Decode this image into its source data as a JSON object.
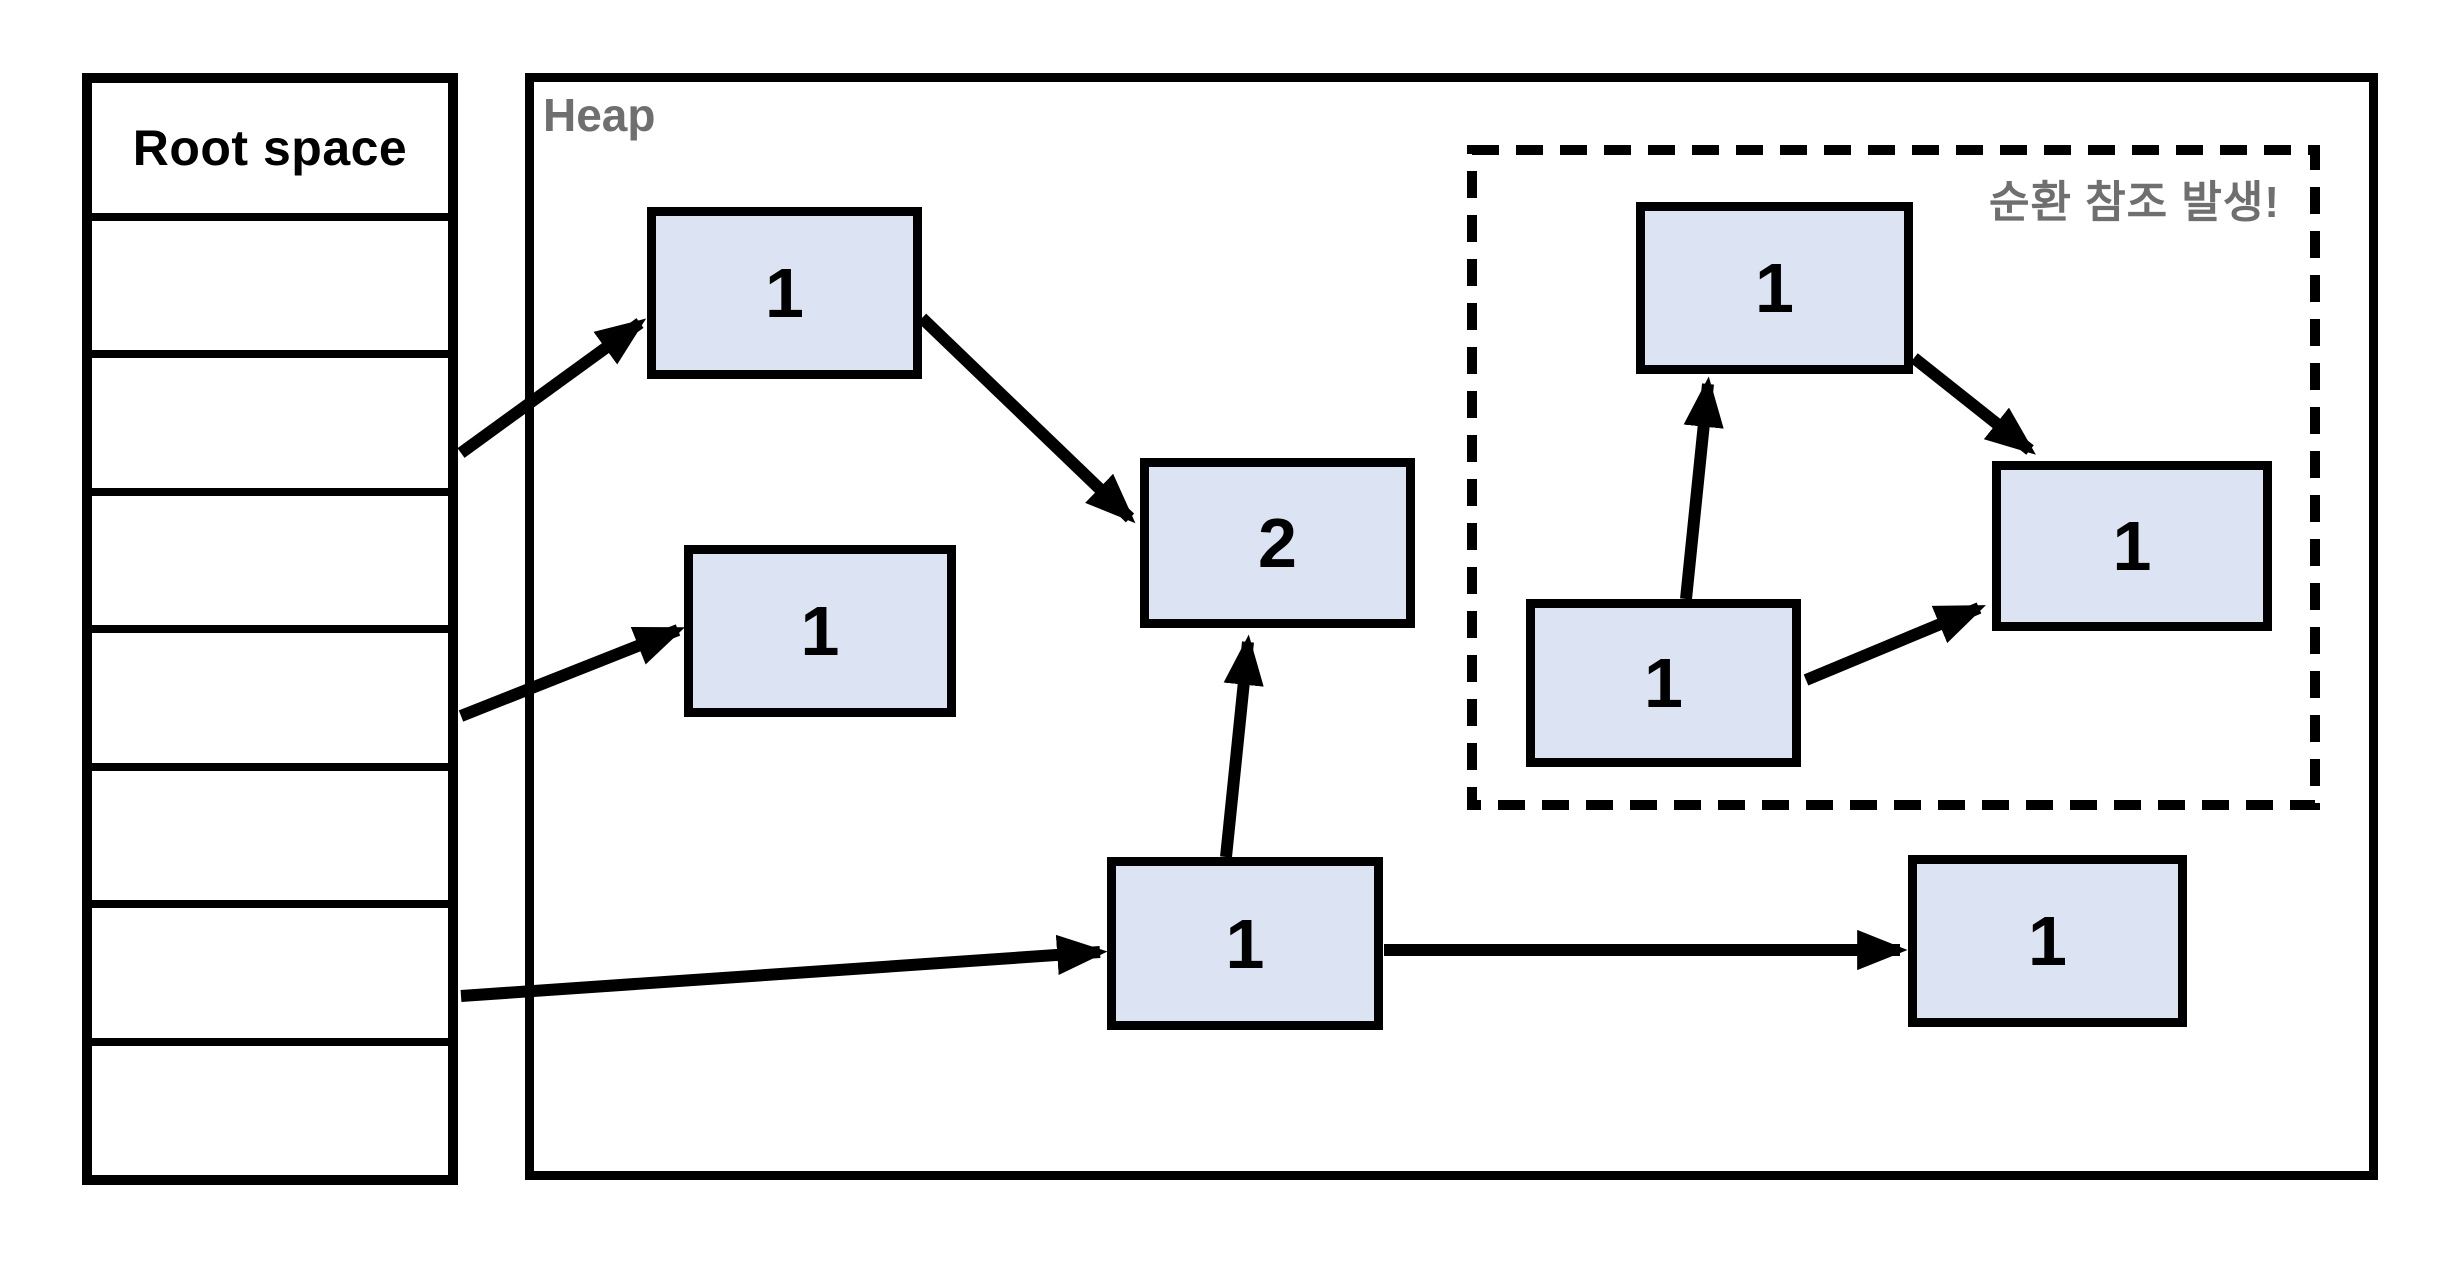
{
  "root_space": {
    "title": "Root space",
    "empty_slot_count": 7
  },
  "heap": {
    "label": "Heap",
    "nodes": [
      {
        "name": "heap-node-top-left",
        "ref_count": "1"
      },
      {
        "name": "heap-node-mid-left",
        "ref_count": "1"
      },
      {
        "name": "heap-node-center",
        "ref_count": "2"
      },
      {
        "name": "heap-node-bottom-center",
        "ref_count": "1"
      },
      {
        "name": "heap-node-bottom-right",
        "ref_count": "1"
      }
    ]
  },
  "cycle_region": {
    "note": "순환 참조 발생!",
    "nodes": [
      {
        "name": "cycle-node-top",
        "ref_count": "1"
      },
      {
        "name": "cycle-node-right",
        "ref_count": "1"
      },
      {
        "name": "cycle-node-bottom-left",
        "ref_count": "1"
      }
    ]
  },
  "colors": {
    "node_fill": "#dce3f2",
    "outline": "#000000",
    "muted_label": "#6f6f6f",
    "background": "#ffffff"
  }
}
